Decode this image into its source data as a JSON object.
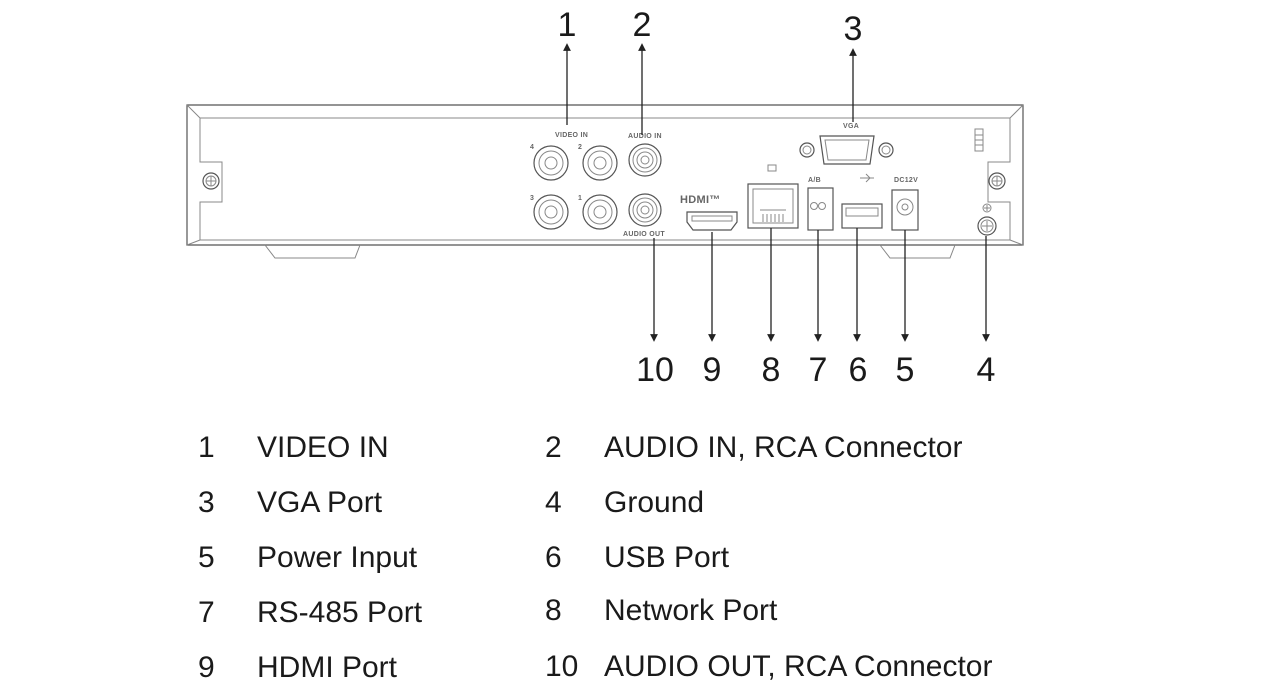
{
  "title": "DVR rear panel",
  "panel_labels": {
    "video_in": "VIDEO IN",
    "audio_in": "AUDIO IN",
    "audio_out": "AUDIO OUT",
    "vga": "VGA",
    "hdmi": "HDMI™",
    "rs485": "A/B",
    "power": "DC12V",
    "bnc_channels": [
      "4",
      "2",
      "3",
      "1"
    ]
  },
  "callouts_top": [
    "1",
    "2",
    "3"
  ],
  "callouts_bottom": [
    "10",
    "9",
    "8",
    "7",
    "6",
    "5",
    "4"
  ],
  "legend": [
    {
      "num": "1",
      "label": "VIDEO IN"
    },
    {
      "num": "2",
      "label": "AUDIO IN, RCA Connector"
    },
    {
      "num": "3",
      "label": "VGA Port"
    },
    {
      "num": "4",
      "label": "Ground"
    },
    {
      "num": "5",
      "label": "Power Input"
    },
    {
      "num": "6",
      "label": "USB Port"
    },
    {
      "num": "7",
      "label": "RS-485 Port"
    },
    {
      "num": "8",
      "label": "Network Port"
    },
    {
      "num": "9",
      "label": "HDMI Port"
    },
    {
      "num": "10",
      "label": "AUDIO OUT, RCA Connector"
    }
  ]
}
